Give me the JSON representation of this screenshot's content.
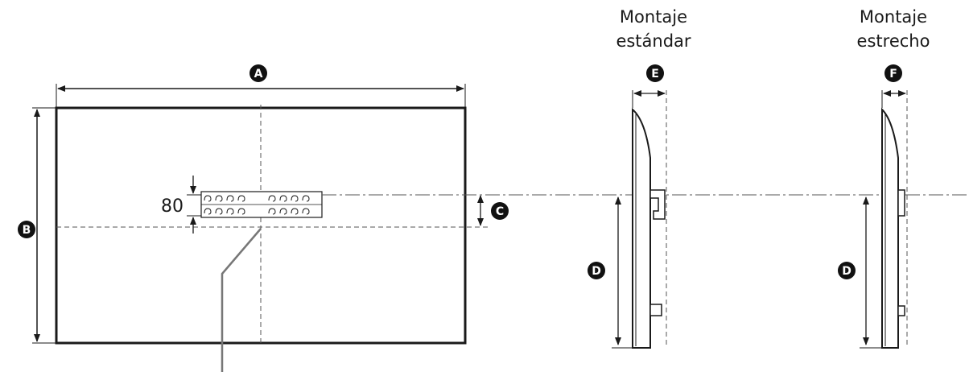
{
  "headings": {
    "standard_mount": [
      "Montaje",
      "estándar"
    ],
    "slim_mount": [
      "Montaje",
      "estrecho"
    ]
  },
  "bracket_label": "80",
  "dimension_badges": {
    "a": "A",
    "b": "B",
    "c": "C",
    "d1": "D",
    "d2": "D",
    "e": "E",
    "f": "F"
  },
  "colors": {
    "line": "#1a1a1a",
    "badge_fill": "#111111",
    "badge_text": "#ffffff",
    "pointer": "#777777"
  }
}
